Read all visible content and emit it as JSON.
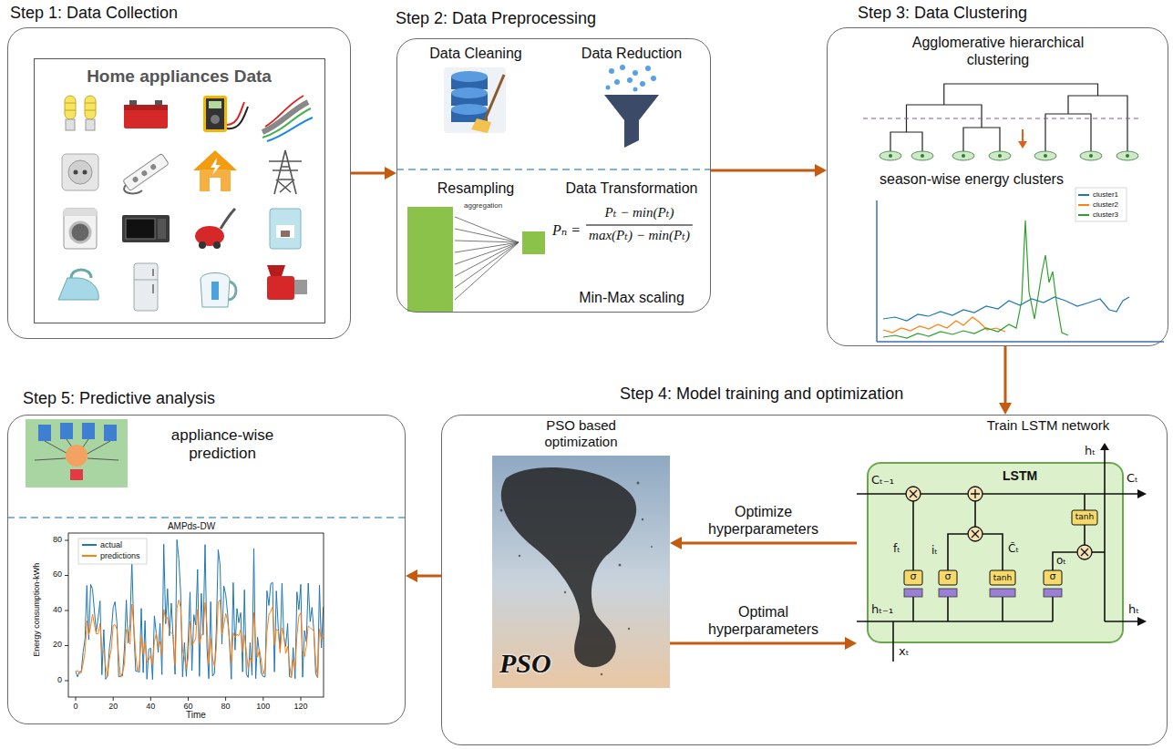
{
  "diagram": {
    "nodes": [
      {
        "text": [
          "Step 1: Data Collection"
        ]
      },
      {
        "text": [
          "Home appliances Data"
        ],
        "in": 0
      },
      {
        "text": [
          "Step 2: Data Preprocessing",
          "Data Cleaning",
          "Data Reduction",
          "Resampling",
          "Data Transformation",
          "Min-Max scaling"
        ]
      },
      {
        "text": [
          "Step 3: Data Clustering",
          "Agglomerative hierarchical clustering",
          "season-wise energy clusters"
        ]
      },
      {
        "text": [
          "Step 4: Model training and optimization"
        ]
      },
      {
        "text": [
          "PSO based optimization",
          "PSO"
        ],
        "in": 4
      },
      {
        "text": [
          "Train LSTM network",
          "LSTM"
        ],
        "in": 4
      },
      {
        "text": [
          "Step 5: Predictive analysis",
          "appliance-wise prediction"
        ]
      }
    ],
    "edges": [
      {
        "from": 0,
        "to": 2,
        "arrow": "to"
      },
      {
        "from": 2,
        "to": 3,
        "arrow": "to"
      },
      {
        "from": 3,
        "to": 4,
        "arrow": "to"
      },
      {
        "from": 6,
        "to": 5,
        "label": "Optimize hyperparameters",
        "arrow": "to"
      },
      {
        "from": 5,
        "to": 6,
        "label": "Optimal hyperparameters",
        "arrow": "to"
      },
      {
        "from": 4,
        "to": 7,
        "arrow": "to"
      }
    ],
    "labels": [
      "aggregation",
      "Pₙ =",
      "Pₜ − min(Pₜ)",
      "max(Pₜ) − min(Pₜ)",
      "Cₜ₋₁",
      "Cₜ",
      "hₜ",
      "fₜ",
      "iₜ",
      "C̃ₜ",
      "oₜ",
      "σ",
      "σ",
      "tanh",
      "σ",
      "tanh",
      "hₜ₋₁",
      "hₜ",
      "xₜ",
      "AMPds-DW",
      "Energy consumption-kWh",
      "Time",
      "0",
      "20",
      "40",
      "60",
      "80",
      "0",
      "20",
      "40",
      "60",
      "80",
      "100",
      "120"
    ],
    "legend": [
      {
        "text": "cluster1",
        "color": "#1f77b4"
      },
      {
        "text": "cluster2",
        "color": "#ff7f0e"
      },
      {
        "text": "cluster3",
        "color": "#2ca02c"
      },
      {
        "text": "actual",
        "color": "#1f77b4"
      },
      {
        "text": "predictions",
        "color": "#ff7f0e"
      }
    ]
  }
}
